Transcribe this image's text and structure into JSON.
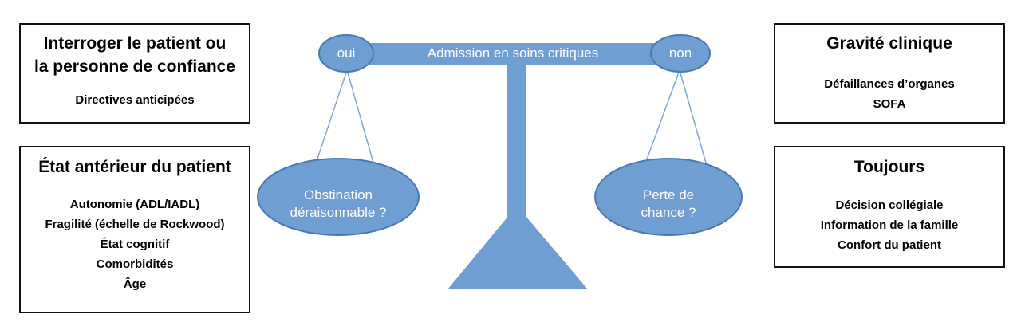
{
  "left_top_box": {
    "title_line1": "Interroger le patient ou",
    "title_line2": "la personne de confiance",
    "items": [
      "Directives anticipées"
    ]
  },
  "left_bottom_box": {
    "title": "État antérieur du patient",
    "items": [
      "Autonomie (ADL/IADL)",
      "Fragilité (échelle de Rockwood)",
      "État cognitif",
      "Comorbidités",
      "Âge"
    ]
  },
  "right_top_box": {
    "title": "Gravité clinique",
    "items": [
      "Défaillances d’organes",
      "SOFA"
    ]
  },
  "right_bottom_box": {
    "title": "Toujours",
    "items": [
      "Décision collégiale",
      "Information de la famille",
      "Confort du patient"
    ]
  },
  "scale": {
    "beam_label": "Admission en soins critiques",
    "left_end_label": "oui",
    "right_end_label": "non",
    "left_pan_line1": "Obstination",
    "left_pan_line2": "déraisonnable ?",
    "right_pan_line1": "Perte de",
    "right_pan_line2": "chance ?"
  },
  "colors": {
    "scale_fill": "#6f9ed3",
    "scale_stroke": "#4a79b2",
    "strings": "#7ea6d6",
    "box_border": "#111111"
  }
}
